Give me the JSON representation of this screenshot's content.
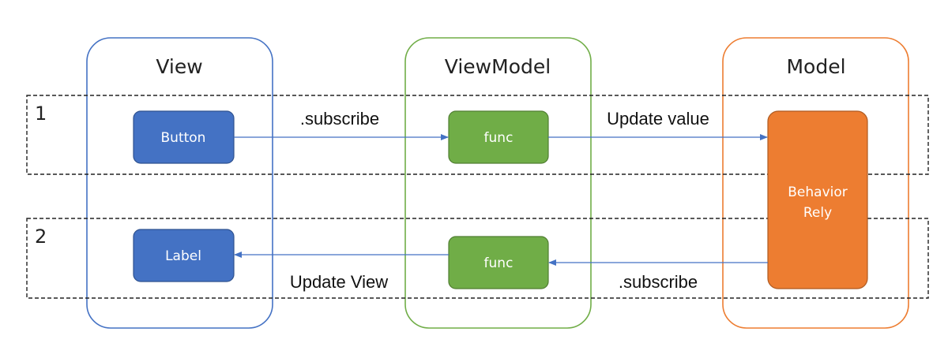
{
  "columns": {
    "view": {
      "title": "View",
      "color": "#4472C4"
    },
    "viewmodel": {
      "title": "ViewModel",
      "color": "#70AD47"
    },
    "model": {
      "title": "Model",
      "color": "#ED7D31"
    }
  },
  "rows": {
    "row1": {
      "number": "1"
    },
    "row2": {
      "number": "2"
    }
  },
  "nodes": {
    "button": {
      "label": "Button",
      "fill": "#4472C4"
    },
    "label": {
      "label": "Label",
      "fill": "#4472C4"
    },
    "func_top": {
      "label": "func",
      "fill": "#70AD47"
    },
    "func_bottom": {
      "label": "func",
      "fill": "#70AD47"
    },
    "behavior_relay": {
      "line1": "Behavior",
      "line2": "Rely",
      "fill": "#ED7D31"
    }
  },
  "edges": {
    "button_to_func": {
      "label": ".subscribe"
    },
    "func_to_relay": {
      "label": "Update value"
    },
    "relay_to_func": {
      "label": ".subscribe"
    },
    "func_to_label": {
      "label": "Update View"
    }
  }
}
